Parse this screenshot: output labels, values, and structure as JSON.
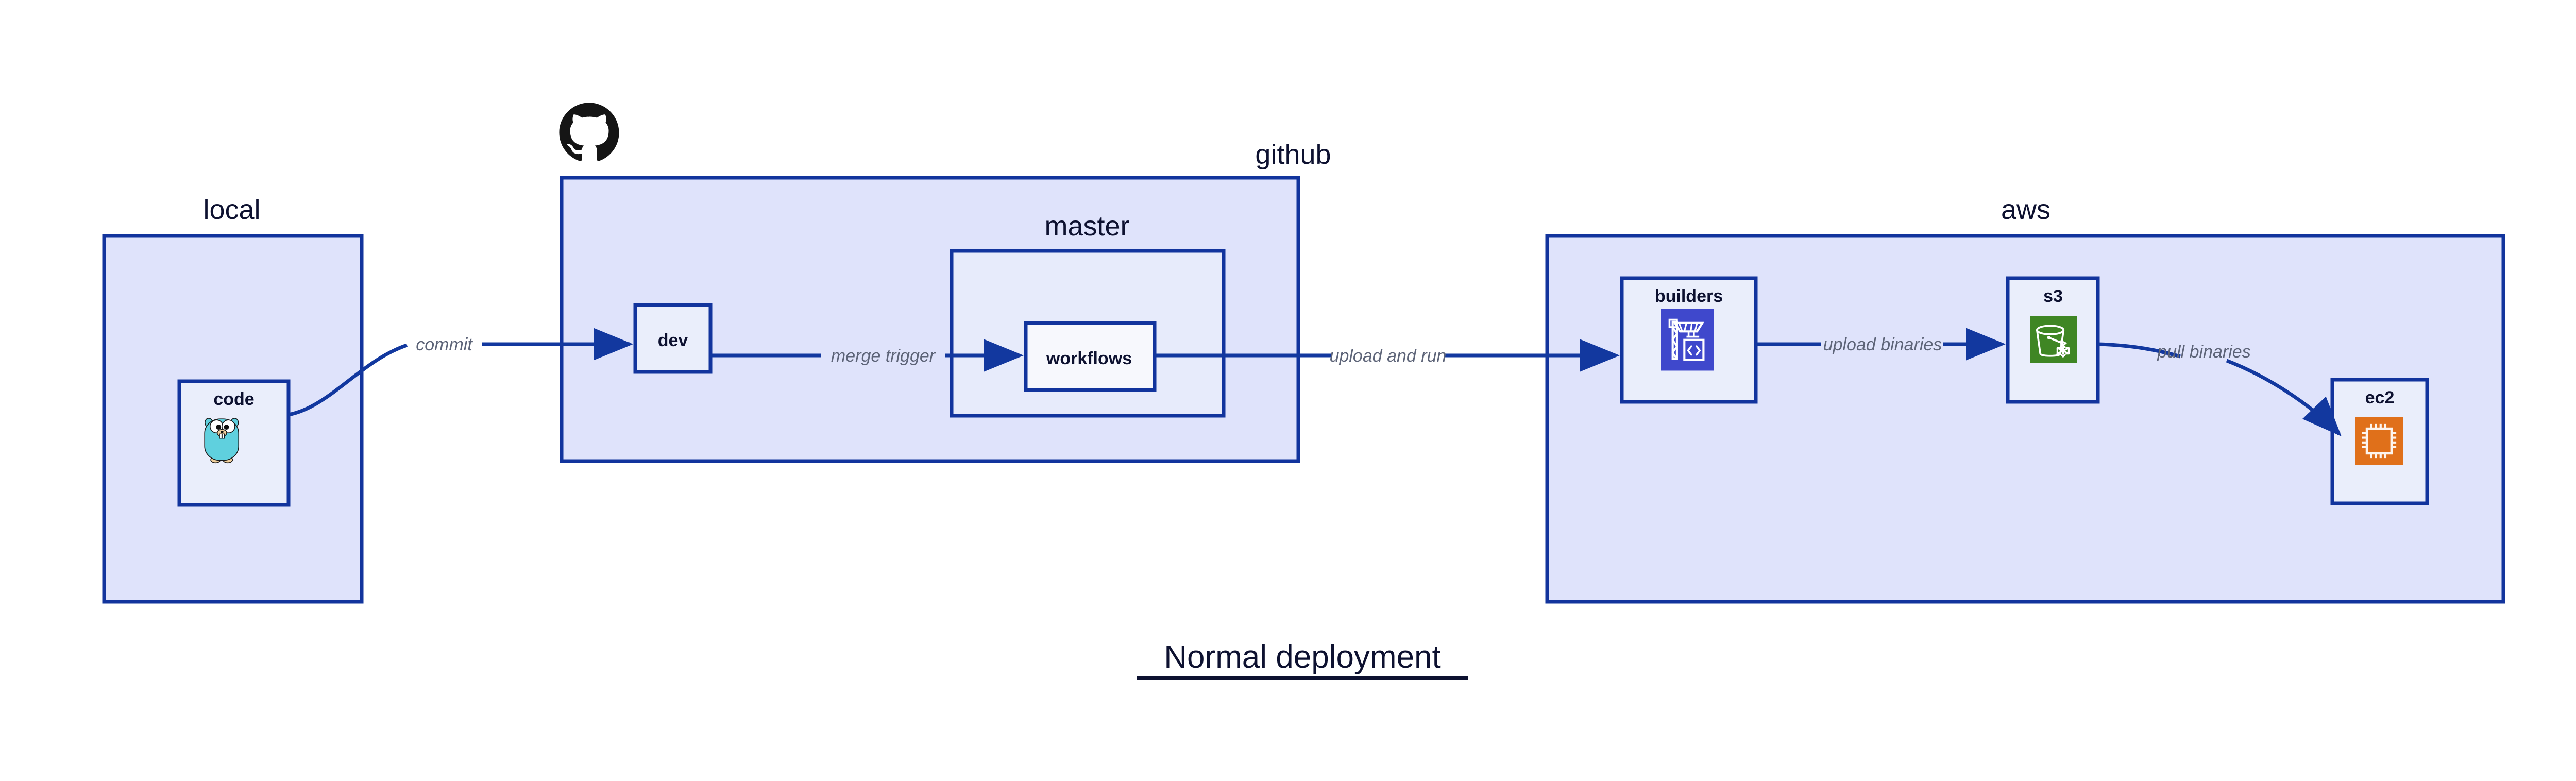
{
  "diagram": {
    "title": "Normal deployment",
    "background": "#ffffff",
    "accent_color": "#12349d",
    "group_fill": "#dfe3fb",
    "node_fill": "#eaeefb",
    "label_color": "#0d1130",
    "edge_label_color": "#5d6478"
  },
  "groups": {
    "local": {
      "label": "local",
      "nodes": {
        "code": {
          "label": "code",
          "icon": "go-gopher-icon"
        }
      }
    },
    "github": {
      "label": "github",
      "logo_icon": "github-octocat-icon",
      "nodes": {
        "dev": {
          "label": "dev"
        }
      },
      "subgroups": {
        "master": {
          "label": "master",
          "nodes": {
            "workflows": {
              "label": "workflows"
            }
          }
        }
      }
    },
    "aws": {
      "label": "aws",
      "nodes": {
        "builders": {
          "label": "builders",
          "icon": "aws-codebuild-icon",
          "icon_color": "#3f48cc"
        },
        "s3": {
          "label": "s3",
          "icon": "aws-s3-glacier-icon",
          "icon_color": "#3f8624"
        },
        "ec2": {
          "label": "ec2",
          "icon": "aws-ec2-icon",
          "icon_color": "#e0701a"
        }
      }
    }
  },
  "edges": [
    {
      "id": "commit",
      "from": "code",
      "to": "dev",
      "label": "commit"
    },
    {
      "id": "merge-trigger",
      "from": "dev",
      "to": "workflows",
      "label": "merge trigger"
    },
    {
      "id": "upload-and-run",
      "from": "workflows",
      "to": "builders",
      "label": "upload and run"
    },
    {
      "id": "upload-binaries",
      "from": "builders",
      "to": "s3",
      "label": "upload binaries"
    },
    {
      "id": "pull-binaries",
      "from": "s3",
      "to": "ec2",
      "label": "pull binaries"
    }
  ]
}
